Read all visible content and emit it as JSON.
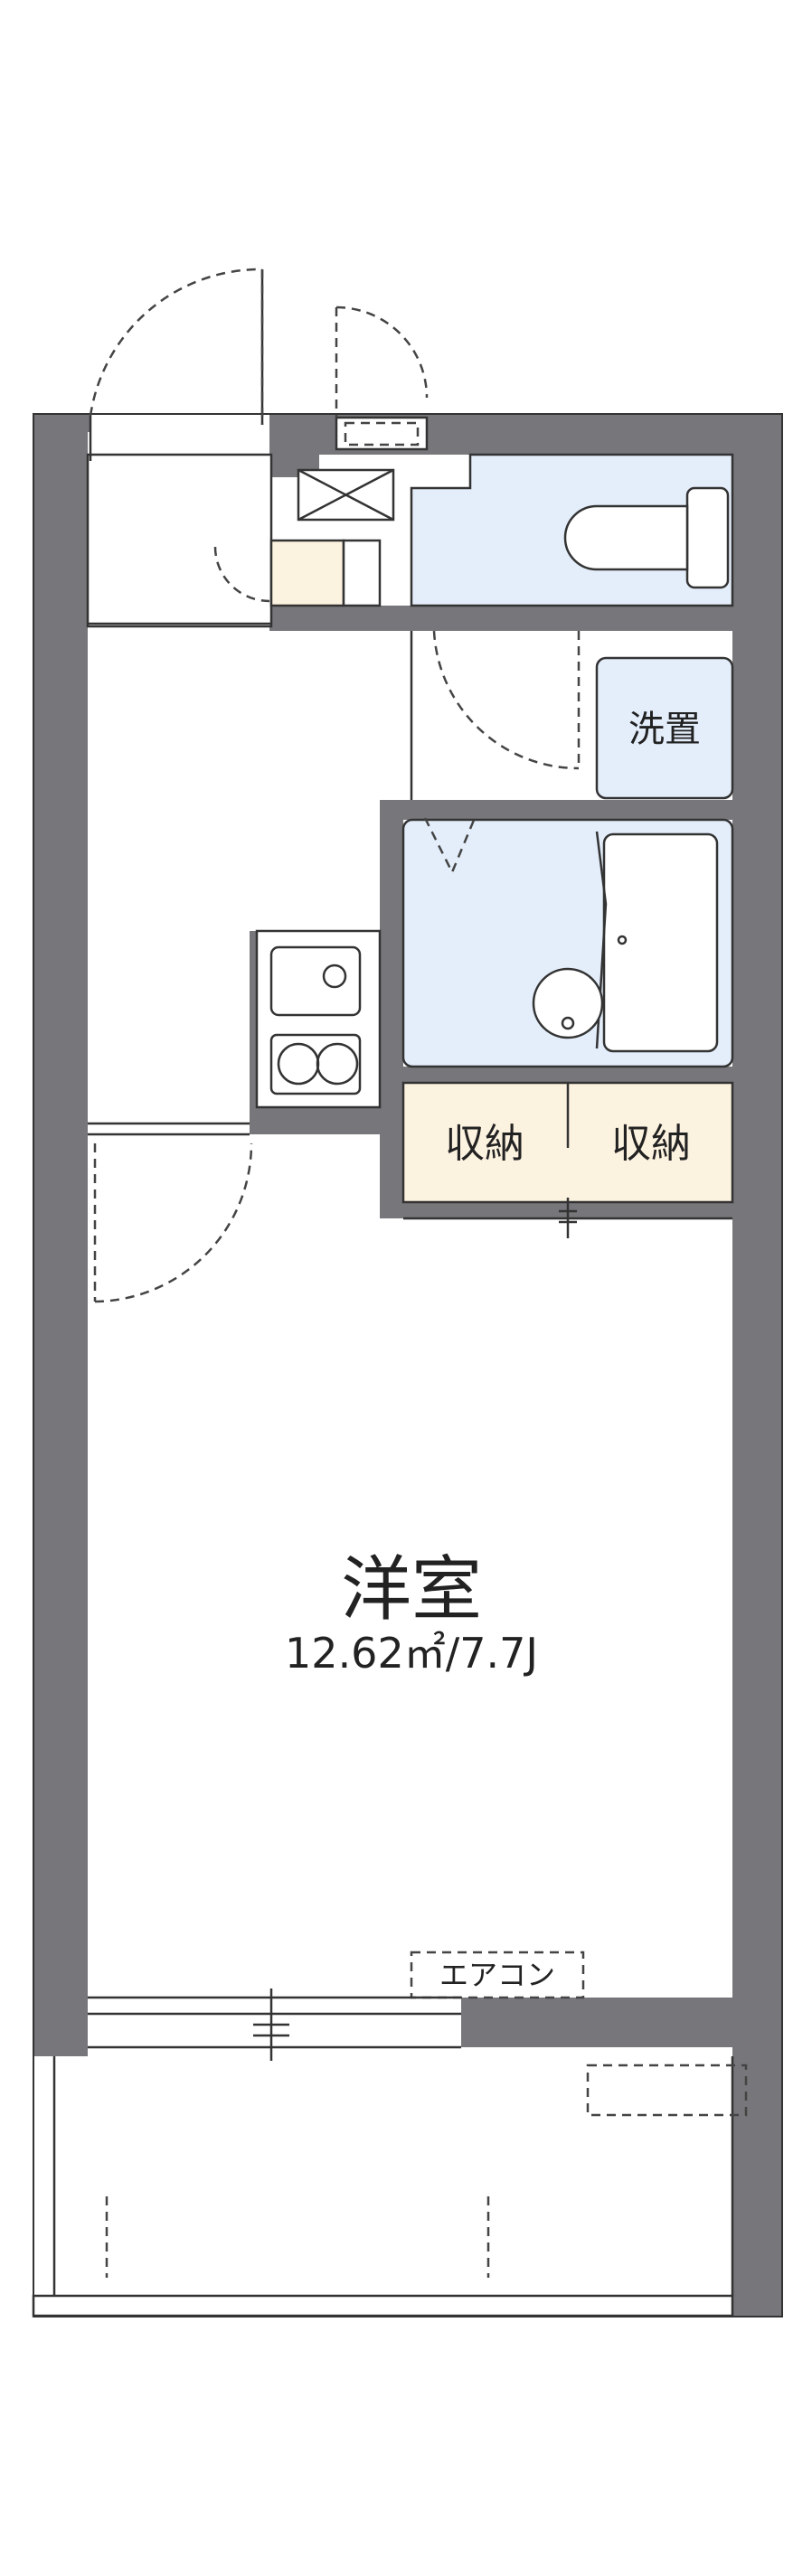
{
  "rooms": {
    "western_room": {
      "name": "洋室",
      "area": "12.62㎡/7.7J"
    },
    "laundry": {
      "label": "洗置"
    },
    "storage_left": {
      "label": "収納"
    },
    "storage_right": {
      "label": "収納"
    },
    "air_conditioner": {
      "label": "エアコン"
    }
  },
  "colors": {
    "wall": "#77767b",
    "wet_area": "#e4eefb",
    "storage": "#fcf2e0",
    "background": "#ffffff"
  }
}
